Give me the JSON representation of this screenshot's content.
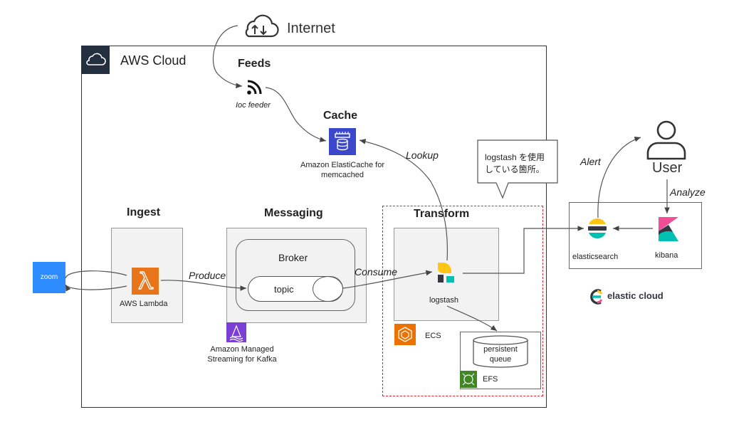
{
  "colors": {
    "aws_orange": "#ED7100",
    "lambda_orange": "#E8751A",
    "kafka_purple": "#7B3FD6",
    "elasticache_blue": "#3B48CC",
    "zoom_blue": "#2D8CFF",
    "efs_green": "#3F8624",
    "dashed_red": "#E0282E",
    "group_fill": "#F2F2F2"
  },
  "internet": {
    "label": "Internet",
    "icon": "cloud-updown-icon"
  },
  "aws_cloud": {
    "label": "AWS Cloud",
    "icon": "aws-cloud-icon"
  },
  "feeds": {
    "title": "Feeds",
    "caption": "Ioc feeder",
    "icon": "rss-icon"
  },
  "cache": {
    "title": "Cache",
    "caption_line1": "Amazon ElastiCache for",
    "caption_line2": "memcached",
    "icon": "elasticache-icon"
  },
  "ingest": {
    "title": "Ingest",
    "lambda_label": "AWS Lambda",
    "icon": "lambda-icon"
  },
  "messaging": {
    "title": "Messaging",
    "broker_label": "Broker",
    "topic_label": "topic",
    "msk_line1": "Amazon Managed",
    "msk_line2": "Streaming for Kafka",
    "icon": "msk-icon"
  },
  "transform": {
    "title": "Transform",
    "logstash_label": "logstash",
    "ecs_label": "ECS",
    "efs_label": "EFS",
    "queue_line1": "persistent",
    "queue_line2": "queue"
  },
  "callout": {
    "line1": "logstash を使用",
    "line2": "している箇所。"
  },
  "zoom": {
    "label": "zoom"
  },
  "edges": {
    "produce": "Produce",
    "consume": "Consume",
    "lookup": "Lookup",
    "alert": "Alert",
    "analyze": "Analyze"
  },
  "user": {
    "label": "User",
    "icon": "user-icon"
  },
  "elastic": {
    "es_label": "elasticsearch",
    "kibana_label": "kibana",
    "brand": "elastic cloud"
  }
}
